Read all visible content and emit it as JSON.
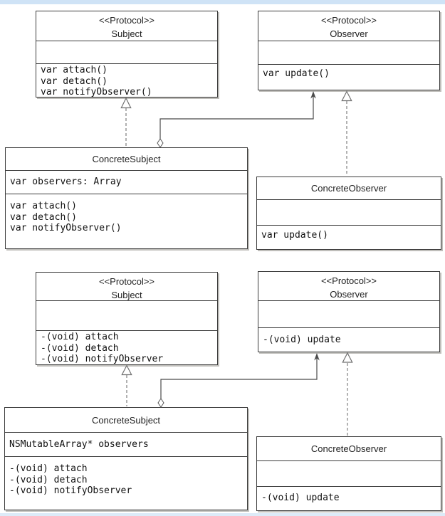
{
  "window": {
    "top_strip_color": "#cfe3f6",
    "bottom_strip_color": "#ddebf8"
  },
  "diagram_colors": {
    "box_border": "#3b3b3b",
    "solid_connector": "#4a4a4a",
    "dashed_connector": "#808080"
  },
  "diagrams": [
    {
      "style": "swift",
      "classes": {
        "subject": {
          "stereotype": "<<Protocol>>",
          "name": "Subject",
          "attributes": [],
          "methods": [
            "var attach()",
            "var detach()",
            "var notifyObserver()"
          ]
        },
        "observer": {
          "stereotype": "<<Protocol>>",
          "name": "Observer",
          "attributes": [],
          "methods": [
            "var update()"
          ]
        },
        "concrete_subject": {
          "name": "ConcreteSubject",
          "attributes": [
            "var observers: Array"
          ],
          "methods": [
            "var attach()",
            "var detach()",
            "var notifyObserver()"
          ]
        },
        "concrete_observer": {
          "name": "ConcreteObserver",
          "attributes": [],
          "methods": [
            "var update()"
          ]
        }
      },
      "relationships": [
        {
          "type": "realization",
          "from": "ConcreteSubject",
          "to": "Subject"
        },
        {
          "type": "aggregation",
          "from": "ConcreteSubject",
          "to": "Observer"
        },
        {
          "type": "realization",
          "from": "ConcreteObserver",
          "to": "Observer"
        }
      ]
    },
    {
      "style": "objective-c",
      "classes": {
        "subject": {
          "stereotype": "<<Protocol>>",
          "name": "Subject",
          "attributes": [],
          "methods": [
            "-(void) attach",
            "-(void) detach",
            "-(void) notifyObserver"
          ]
        },
        "observer": {
          "stereotype": "<<Protocol>>",
          "name": "Observer",
          "attributes": [],
          "methods": [
            "-(void) update"
          ]
        },
        "concrete_subject": {
          "name": "ConcreteSubject",
          "attributes": [
            "NSMutableArray* observers"
          ],
          "methods": [
            "-(void) attach",
            "-(void) detach",
            "-(void) notifyObserver"
          ]
        },
        "concrete_observer": {
          "name": "ConcreteObserver",
          "attributes": [],
          "methods": [
            "-(void) update"
          ]
        }
      },
      "relationships": [
        {
          "type": "realization",
          "from": "ConcreteSubject",
          "to": "Subject"
        },
        {
          "type": "aggregation",
          "from": "ConcreteSubject",
          "to": "Observer"
        },
        {
          "type": "realization",
          "from": "ConcreteObserver",
          "to": "Observer"
        }
      ]
    }
  ]
}
